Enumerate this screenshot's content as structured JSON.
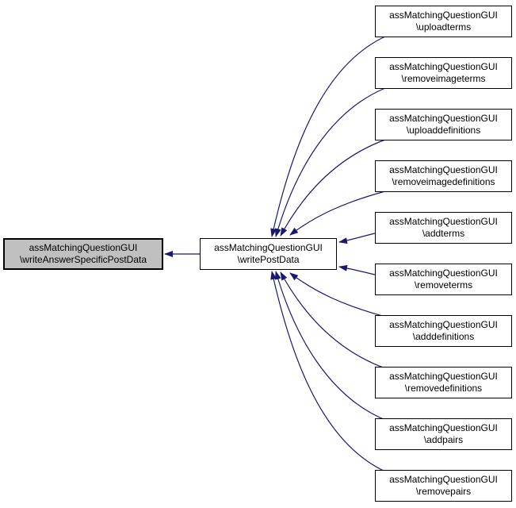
{
  "diagram": {
    "type": "caller-graph",
    "background_color": "#ffffff",
    "edge_color": "#191970",
    "node_border_color": "#000000",
    "focus_node": {
      "class_name": "assMatchingQuestionGUI",
      "method": "\\writeAnswerSpecificPostData",
      "fill": "#c0c0c0"
    },
    "center_node": {
      "class_name": "assMatchingQuestionGUI",
      "method": "\\writePostData",
      "fill": "#ffffff"
    },
    "callers": [
      {
        "class_name": "assMatchingQuestionGUI",
        "method": "\\uploadterms"
      },
      {
        "class_name": "assMatchingQuestionGUI",
        "method": "\\removeimageterms"
      },
      {
        "class_name": "assMatchingQuestionGUI",
        "method": "\\uploaddefinitions"
      },
      {
        "class_name": "assMatchingQuestionGUI",
        "method": "\\removeimagedefinitions"
      },
      {
        "class_name": "assMatchingQuestionGUI",
        "method": "\\addterms"
      },
      {
        "class_name": "assMatchingQuestionGUI",
        "method": "\\removeterms"
      },
      {
        "class_name": "assMatchingQuestionGUI",
        "method": "\\adddefinitions"
      },
      {
        "class_name": "assMatchingQuestionGUI",
        "method": "\\removedefinitions"
      },
      {
        "class_name": "assMatchingQuestionGUI",
        "method": "\\addpairs"
      },
      {
        "class_name": "assMatchingQuestionGUI",
        "method": "\\removepairs"
      }
    ]
  }
}
